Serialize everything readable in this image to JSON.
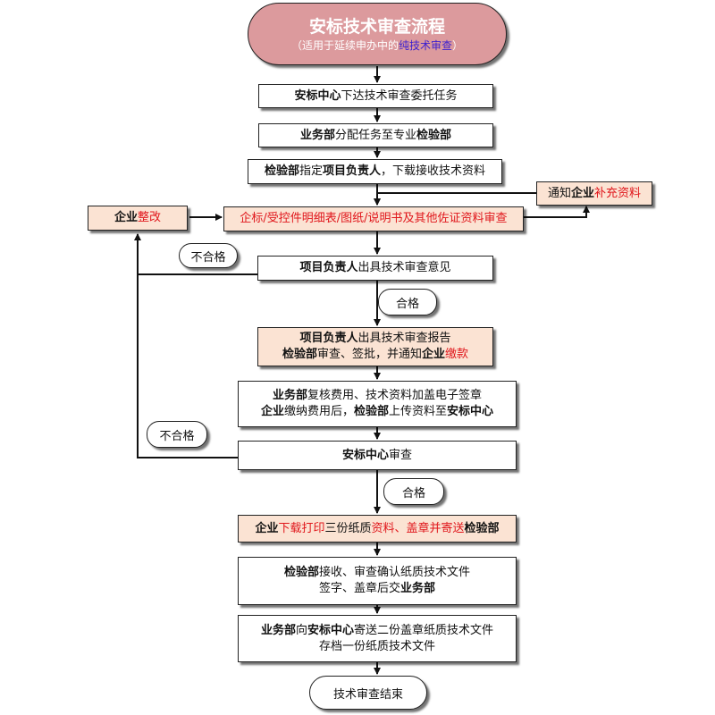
{
  "title": {
    "main": "安标技术审查流程",
    "sub_prefix": "（适用于延续申办中的",
    "sub_highlight": "纯技术审查",
    "sub_suffix": "）"
  },
  "steps": {
    "s1": {
      "p1": "安标中心",
      "p2": "下达技术审查委托任务"
    },
    "s2": {
      "p1": "业务部",
      "p2": "分配任务至专业",
      "p3": "检验部"
    },
    "s3": {
      "p1": "检验部",
      "p2": "指定",
      "p3": "项目负责人",
      "p4": "，下载接收技术资料"
    },
    "s4": {
      "text": "企标/受控件明细表/图纸/说明书及其他佐证资料审查"
    },
    "notify": {
      "p1": "通知",
      "p2": "企业",
      "p3": "补充资料"
    },
    "rectify": {
      "p1": "企业",
      "p2": "整改"
    },
    "s5": {
      "p1": "项目负责人",
      "p2": "出具技术审查意见"
    },
    "s6": {
      "l1p1": "项目负责人",
      "l1p2": "出具技术审查报告",
      "l2p1": "检验部",
      "l2p2": "审查、签批，并通知",
      "l2p3": "企业",
      "l2p4": "缴款"
    },
    "s7": {
      "l1p1": "业务部",
      "l1p2": "复核费用、技术资料加盖电子签章",
      "l2p1": "企业",
      "l2p2": "缴纳费用后，",
      "l2p3": "检验部",
      "l2p4": "上传资料至",
      "l2p5": "安标中心"
    },
    "s8": {
      "p1": "安标中心",
      "p2": "审查"
    },
    "s9": {
      "p1": "企业",
      "p2": "下载打印",
      "p3": "三份纸质",
      "p4": "资料、盖章并寄送",
      "p5": "检验部"
    },
    "s10": {
      "l1p1": "检验部",
      "l1p2": "接收、审查确认纸质技术文件",
      "l2p1": "签字、盖章后交",
      "l2p2": "业务部"
    },
    "s11": {
      "l1p1": "业务部",
      "l1p2": "向",
      "l1p3": "安标中心",
      "l1p4": "寄送二份盖章纸质技术文件",
      "l2": "存档一份纸质技术文件"
    }
  },
  "labels": {
    "fail1": "不合格",
    "pass1": "合格",
    "fail2": "不合格",
    "pass2": "合格"
  },
  "end": "技术审查结束",
  "colors": {
    "title_fill": "#dc9a9d",
    "peach": "#fbe3d3",
    "red_text": "#e0161b",
    "highlight_blue": "#3b1fd0"
  }
}
